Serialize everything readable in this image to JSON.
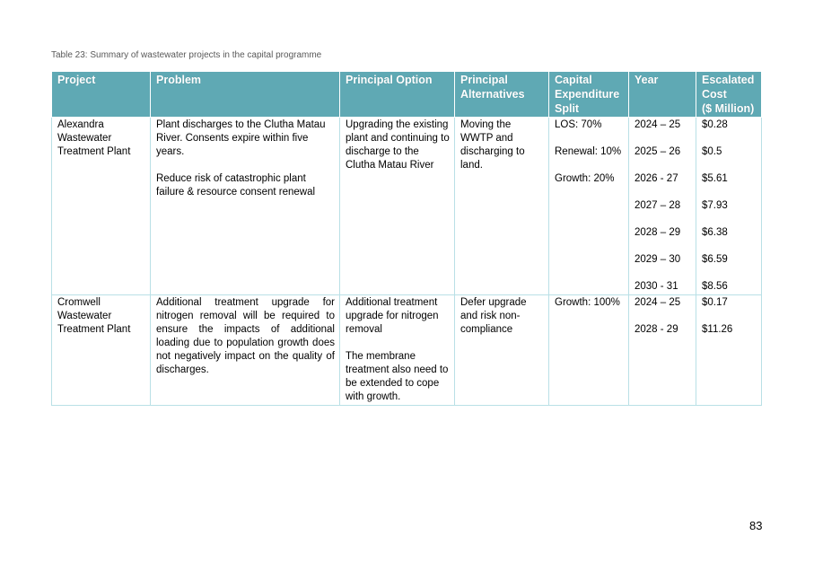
{
  "caption": "Table 23: Summary of wastewater projects in the capital programme",
  "headers": {
    "project": "Project",
    "problem": "Problem",
    "option": "Principal Option",
    "alternatives": [
      "Principal",
      "Alternatives"
    ],
    "split": [
      "Capital",
      "Expenditure",
      "Split"
    ],
    "year": "Year",
    "cost": [
      "Escalated",
      "Cost",
      "($ Million)"
    ]
  },
  "rows": [
    {
      "project": [
        "Alexandra",
        "Wastewater",
        "Treatment Plant"
      ],
      "problem": [
        "Plant discharges to the Clutha Matau River.  Consents expire within five years.",
        "Reduce risk of catastrophic plant failure & resource consent renewal"
      ],
      "option": [
        "Upgrading the existing plant and continuing to discharge to the Clutha Matau River"
      ],
      "alternatives": "Moving the WWTP and discharging to land.",
      "split": [
        "LOS: 70%",
        "Renewal: 10%",
        "Growth: 20%"
      ],
      "years": [
        "2024 – 25",
        "2025 – 26",
        "2026 - 27",
        "2027 – 28",
        "2028 – 29",
        "2029 – 30",
        "2030 - 31"
      ],
      "costs": [
        "$0.28",
        "$0.5",
        "$5.61",
        "$7.93",
        "$6.38",
        "$6.59",
        "$8.56"
      ]
    },
    {
      "project": [
        "Cromwell",
        "Wastewater",
        "Treatment Plant"
      ],
      "problem": [
        "Additional treatment upgrade for nitrogen removal will be required to ensure the impacts of additional loading due to population growth does not negatively impact on the quality of discharges."
      ],
      "option": [
        "Additional treatment upgrade for nitrogen removal",
        "The membrane treatment also need to be extended to cope with growth."
      ],
      "alternatives": "Defer upgrade and risk non-compliance",
      "split": [
        "Growth: 100%"
      ],
      "years": [
        "2024 – 25",
        "2028 - 29"
      ],
      "costs": [
        "$0.17",
        "$11.26"
      ]
    }
  ],
  "page_number": "83"
}
